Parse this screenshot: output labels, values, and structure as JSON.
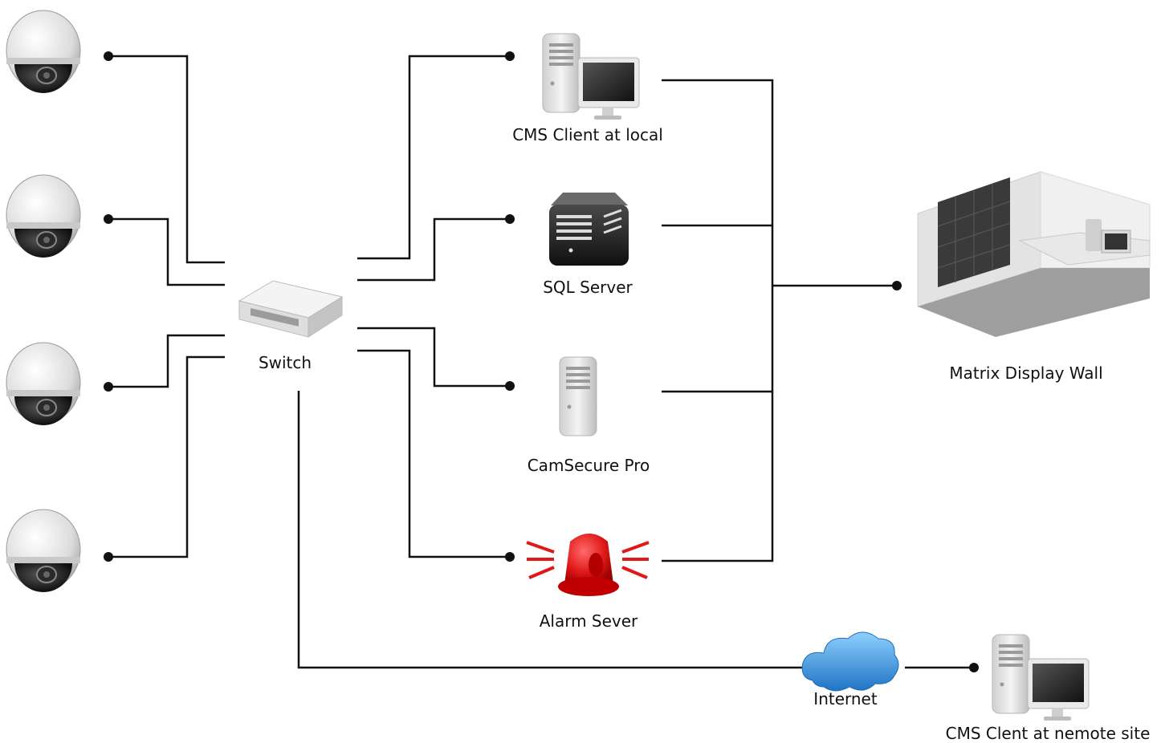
{
  "labels": {
    "switch": "Switch",
    "cms_local": "CMS Client at local",
    "sql_server": "SQL Server",
    "camsecure": "CamSecure Pro",
    "alarm": "Alarm Sever",
    "matrix_wall": "Matrix Display Wall",
    "internet": "Internet",
    "cms_remote": "CMS Clent at nemote site"
  },
  "icons": {
    "cameras": [
      "dome-camera-icon",
      "dome-camera-icon",
      "dome-camera-icon",
      "dome-camera-icon"
    ],
    "switch": "network-switch-icon",
    "cms_local": "desktop-computer-icon",
    "sql_server": "server-box-icon",
    "camsecure": "tower-server-icon",
    "alarm": "alarm-beacon-icon",
    "matrix_wall": "video-wall-room-icon",
    "internet": "cloud-icon",
    "cms_remote": "desktop-computer-icon"
  },
  "colors": {
    "line": "#111111",
    "alarm": "#e01818",
    "cloud": "#2f8fd8",
    "device": "#e6e6e6"
  }
}
